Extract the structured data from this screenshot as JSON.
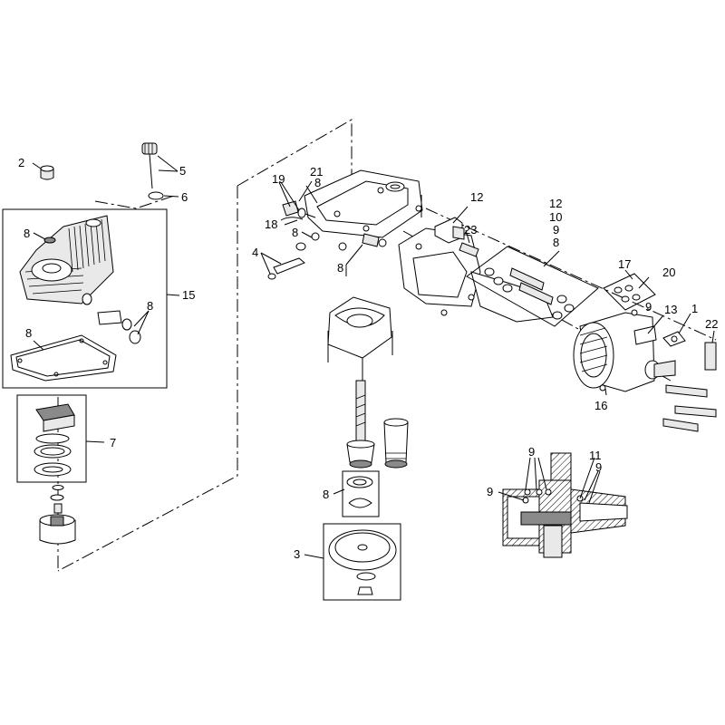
{
  "callouts": {
    "c1": "1",
    "c2": "2",
    "c3": "3",
    "c4": "4",
    "c5": "5",
    "c6": "6",
    "c7": "7",
    "c8a": "8",
    "c8b": "8",
    "c8c": "8",
    "c8d": "8",
    "c8e": "8",
    "c8f": "8",
    "c8g": "8",
    "c8h": "8",
    "c9a": "9",
    "c9b": "9",
    "c9c": "9",
    "c9d": "9",
    "c9e": "9",
    "c10": "10",
    "c11": "11",
    "c12a": "12",
    "c12b": "12",
    "c13": "13",
    "c15": "15",
    "c16": "16",
    "c17": "17",
    "c18": "18",
    "c19": "19",
    "c20": "20",
    "c21": "21",
    "c22": "22",
    "c23": "23"
  }
}
